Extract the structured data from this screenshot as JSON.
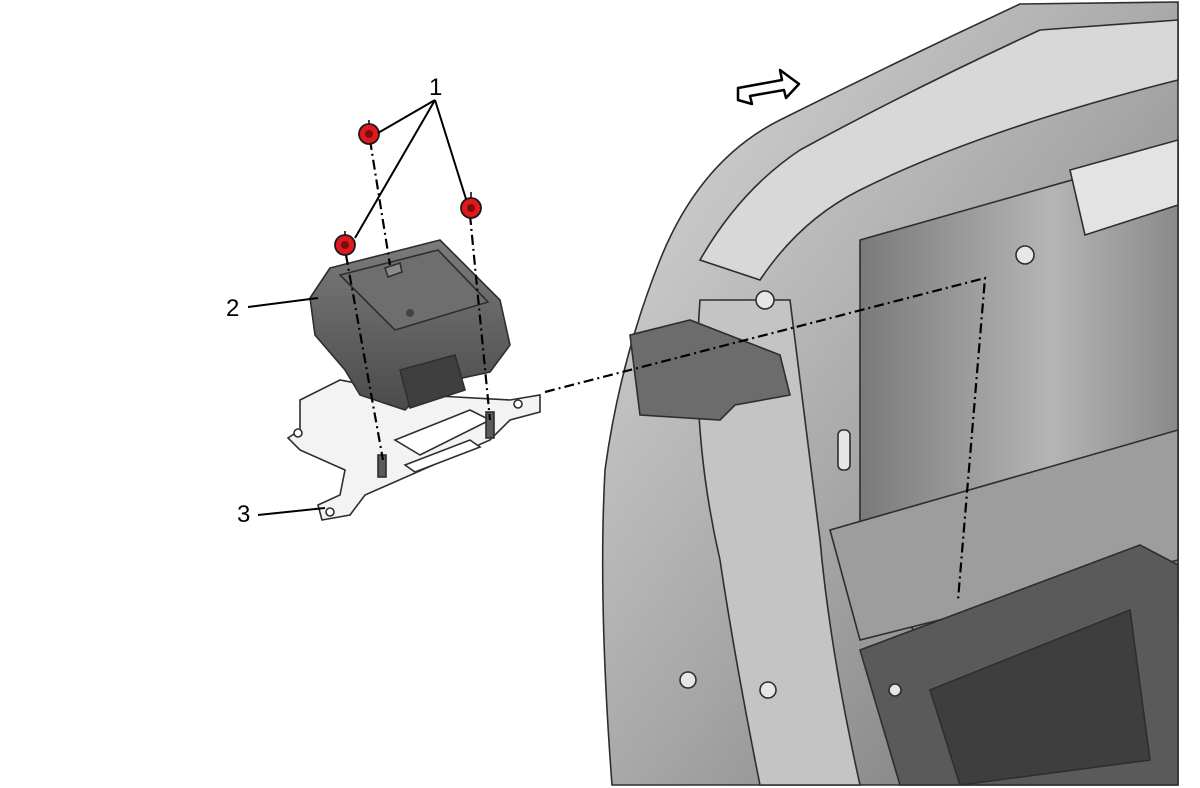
{
  "callouts": [
    {
      "label": "1"
    },
    {
      "label": "2"
    },
    {
      "label": "3"
    }
  ],
  "icons": {
    "direction": "forward-direction-arrow-icon",
    "fastener": "red-nut-icon"
  },
  "colors": {
    "fastener": "#e0191e",
    "module": "#5c5c5c",
    "bracket": "#f1f1f1",
    "body_light": "#c9c9c9",
    "body_dark": "#4a4a4a",
    "line": "#000000"
  }
}
